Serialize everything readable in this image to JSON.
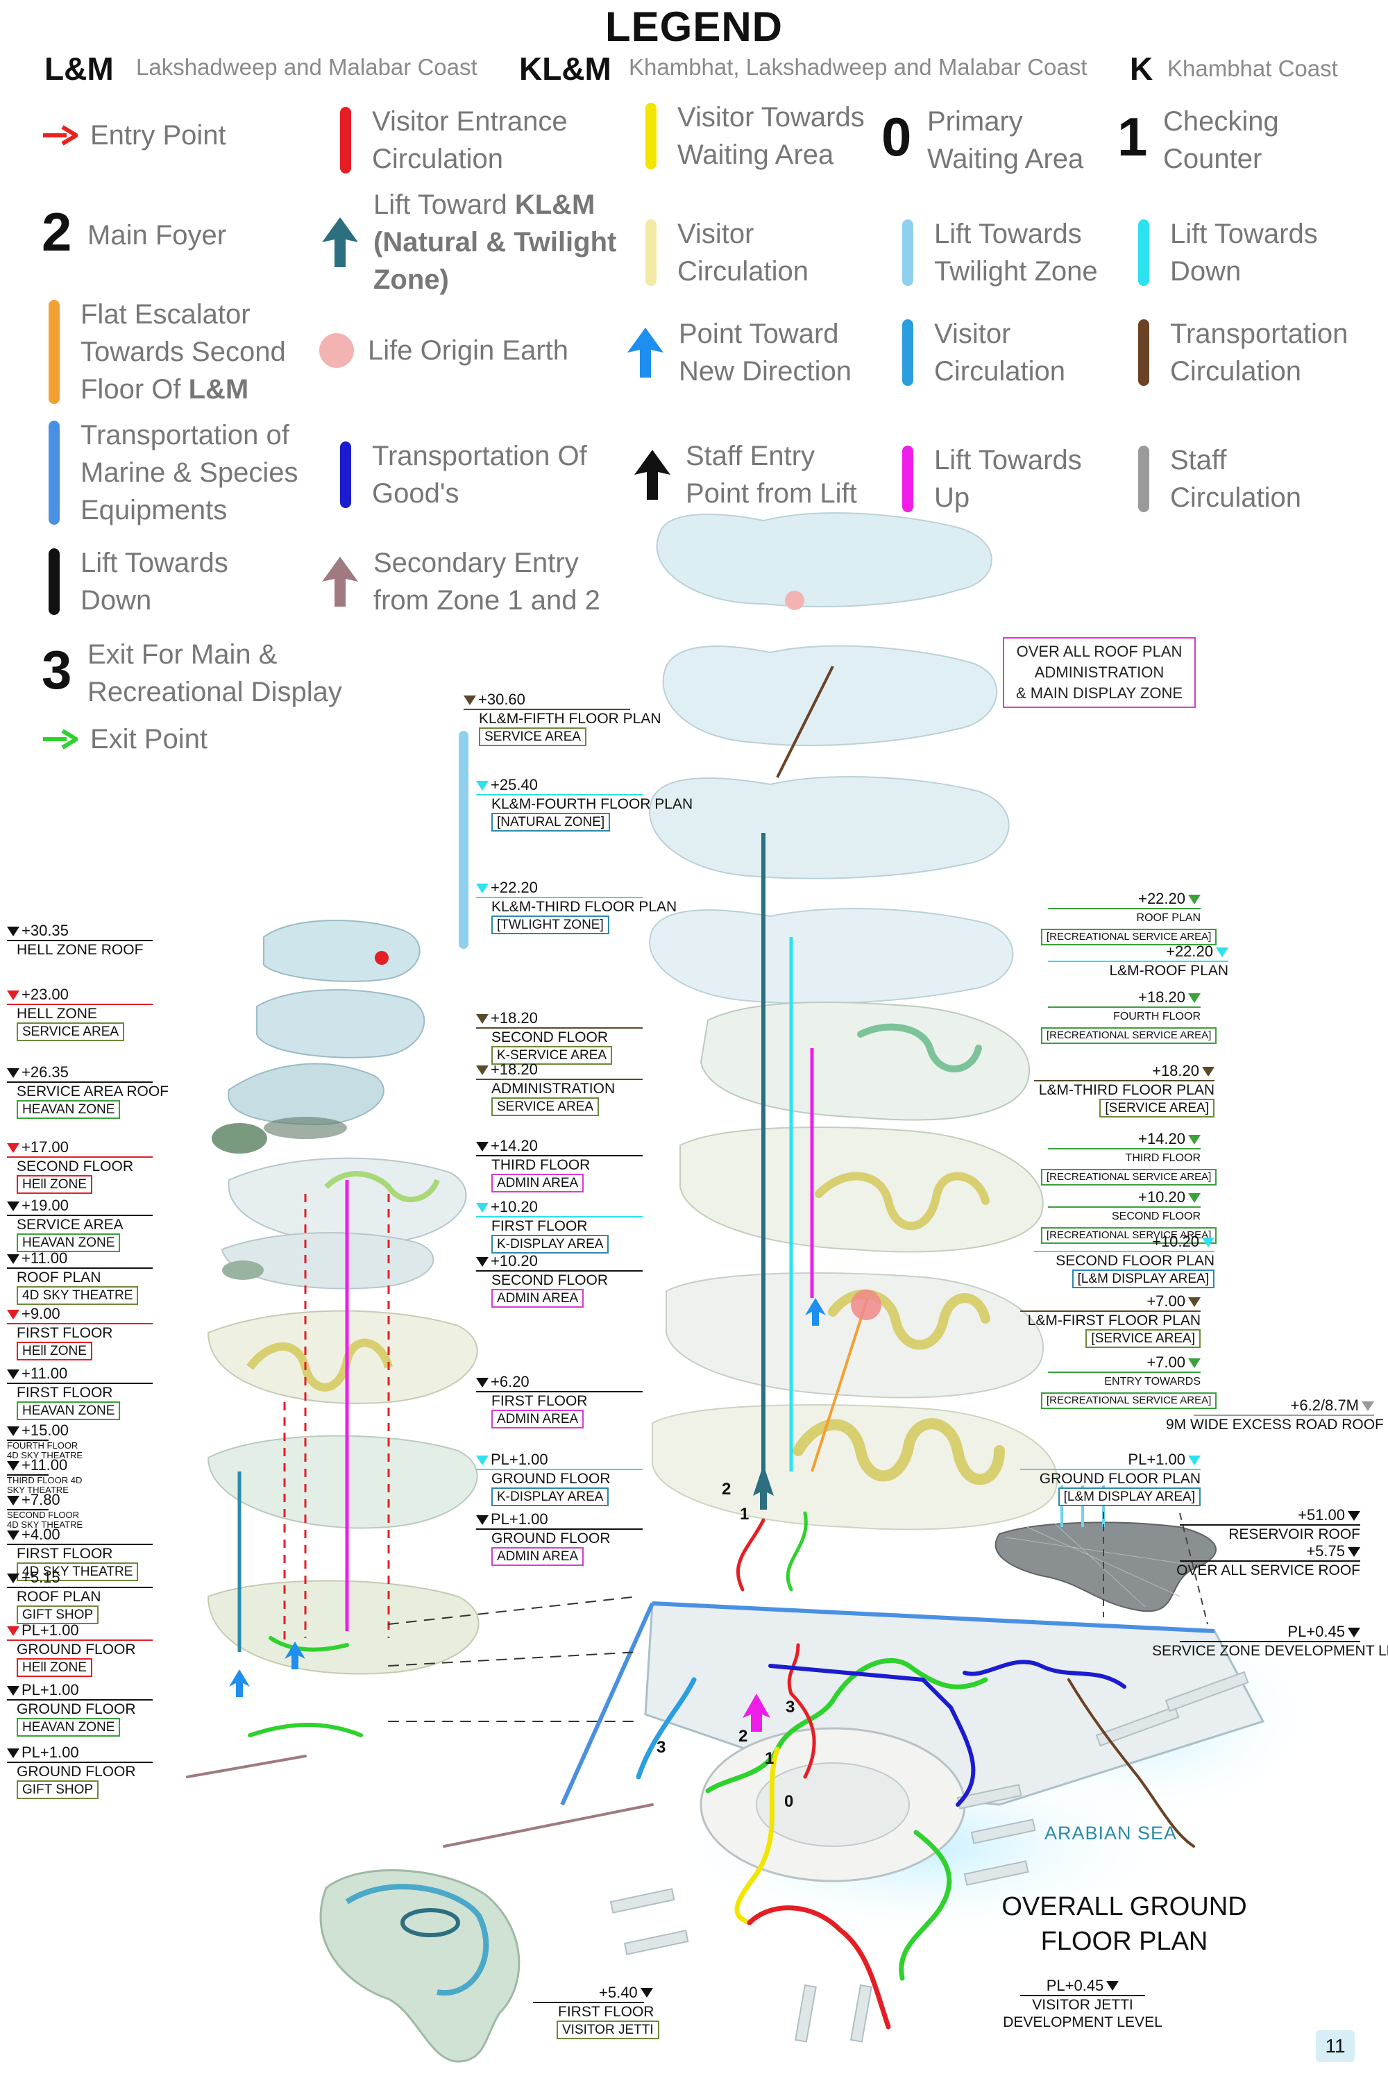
{
  "legend": {
    "title": "LEGEND",
    "abbreviations": [
      {
        "code": "L&M",
        "text": "Lakshadweep and Malabar Coast"
      },
      {
        "code": "KL&M",
        "text": "Khambhat, Lakshadweep and Malabar Coast"
      },
      {
        "code": "K",
        "text": "Khambhat Coast"
      }
    ],
    "items": [
      {
        "symbol": "arrow-red",
        "color": "#e8231f",
        "lines": [
          "Entry Point"
        ]
      },
      {
        "symbol": "bar",
        "color": "#e51e25",
        "lines": [
          "Visitor Entrance",
          "Circulation"
        ]
      },
      {
        "symbol": "bar",
        "color": "#f2e500",
        "lines": [
          "Visitor Towards",
          "Waiting Area"
        ]
      },
      {
        "symbol": "num",
        "num": "0",
        "lines": [
          "Primary",
          "Waiting Area"
        ]
      },
      {
        "symbol": "num",
        "num": "1",
        "lines": [
          "Checking",
          "Counter"
        ]
      },
      {
        "symbol": "num",
        "num": "2",
        "lines": [
          "Main Foyer"
        ]
      },
      {
        "symbol": "arrow-teal",
        "color": "#2c6f80",
        "lines": [
          "Lift Toward",
          "(Natural & Twilight",
          "Zone)"
        ],
        "bold_tail": "KL&M"
      },
      {
        "symbol": "bar",
        "color": "#f3eaa6",
        "lines": [
          "Visitor",
          "Circulation"
        ]
      },
      {
        "symbol": "bar",
        "color": "#8fd0ee",
        "lines": [
          "Lift Towards",
          "Twilight Zone"
        ]
      },
      {
        "symbol": "bar",
        "color": "#2ce2ee",
        "lines": [
          "Lift Towards",
          "Down"
        ]
      },
      {
        "symbol": "bar",
        "color": "#f3a032",
        "lines": [
          "Flat Escalator",
          "Towards Second",
          "Floor Of"
        ],
        "bold_tail": "L&M"
      },
      {
        "symbol": "circle",
        "color": "#f4b3b3",
        "lines": [
          "Life Origin Earth"
        ]
      },
      {
        "symbol": "arrow-blue",
        "color": "#1e8ef0",
        "lines": [
          "Point Toward",
          "New Direction"
        ]
      },
      {
        "symbol": "bar",
        "color": "#2a9ee0",
        "lines": [
          "Visitor",
          "Circulation"
        ]
      },
      {
        "symbol": "bar",
        "color": "#6b4226",
        "lines": [
          "Transportation",
          "Circulation"
        ]
      },
      {
        "symbol": "bar",
        "color": "#4a90e2",
        "lines": [
          "Transportation of",
          "Marine & Species",
          "Equipments"
        ]
      },
      {
        "symbol": "bar",
        "color": "#1b1bcf",
        "lines": [
          "Transportation Of",
          "Good's"
        ]
      },
      {
        "symbol": "arrow-black",
        "color": "#111111",
        "lines": [
          "Staff Entry",
          "Point from Lift"
        ]
      },
      {
        "symbol": "bar",
        "color": "#ee1ee8",
        "lines": [
          "Lift Towards",
          "Up"
        ]
      },
      {
        "symbol": "bar",
        "color": "#9a9a9a",
        "lines": [
          "Staff",
          "Circulation"
        ]
      },
      {
        "symbol": "bar",
        "color": "#111111",
        "lines": [
          "Lift Towards",
          "Down"
        ]
      },
      {
        "symbol": "arrow-mauve",
        "color": "#a07a80",
        "lines": [
          "Secondary Entry",
          "from Zone 1 and 2"
        ]
      },
      {
        "symbol": "num",
        "num": "3",
        "lines": [
          "Exit For Main &",
          "Recreational Display"
        ]
      },
      {
        "symbol": "arrow-green",
        "color": "#2fd12f",
        "lines": [
          "Exit Point"
        ]
      }
    ]
  },
  "levels_left": [
    {
      "elev": "+30.35",
      "name": "HELL ZONE ROOF",
      "tag": "",
      "marker": "#111111"
    },
    {
      "elev": "+23.00",
      "name": "HELL ZONE",
      "tag": "SERVICE AREA",
      "marker": "#e51e25",
      "tagColor": "#6b8a3a"
    },
    {
      "elev": "+26.35",
      "name": "SERVICE AREA ROOF",
      "tag": "HEAVAN ZONE",
      "marker": "#111111",
      "tagColor": "#3ba13b"
    },
    {
      "elev": "+17.00",
      "name": "SECOND FLOOR",
      "tag": "HEll ZONE",
      "marker": "#e51e25",
      "tagColor": "#e51e25"
    },
    {
      "elev": "+19.00",
      "name": "SERVICE AREA",
      "tag": "HEAVAN ZONE",
      "marker": "#111111",
      "tagColor": "#3ba13b"
    },
    {
      "elev": "+11.00",
      "name": "ROOF PLAN",
      "tag": "4D SKY THEATRE",
      "marker": "#111111",
      "tagColor": "#6b8a3a"
    },
    {
      "elev": "+9.00",
      "name": "FIRST FLOOR",
      "tag": "HEll ZONE",
      "marker": "#e51e25",
      "tagColor": "#e51e25"
    },
    {
      "elev": "+11.00",
      "name": "FIRST FLOOR",
      "tag": "HEAVAN ZONE",
      "marker": "#111111",
      "tagColor": "#3ba13b"
    },
    {
      "elev": "+15.00",
      "name": "FOURTH FLOOR 4D SKY THEATRE",
      "tag": "",
      "marker": "#111111",
      "small": true
    },
    {
      "elev": "+11.00",
      "name": "THIRD FLOOR 4D SKY THEATRE",
      "tag": "",
      "marker": "#111111",
      "small": true
    },
    {
      "elev": "+7.80",
      "name": "SECOND FLOOR 4D SKY THEATRE",
      "tag": "",
      "marker": "#111111",
      "small": true
    },
    {
      "elev": "+4.00",
      "name": "FIRST FLOOR",
      "tag": "4D SKY THEATRE",
      "marker": "#111111",
      "tagColor": "#6b8a3a"
    },
    {
      "elev": "+5.15",
      "name": "ROOF PLAN",
      "tag": "GIFT SHOP",
      "marker": "#111111",
      "tagColor": "#6b8a3a"
    },
    {
      "elev": "PL+1.00",
      "name": "GROUND FLOOR",
      "tag": "HEll ZONE",
      "marker": "#e51e25",
      "tagColor": "#e51e25"
    },
    {
      "elev": "PL+1.00",
      "name": "GROUND FLOOR",
      "tag": "HEAVAN ZONE",
      "marker": "#111111",
      "tagColor": "#3ba13b"
    },
    {
      "elev": "PL+1.00",
      "name": "GROUND FLOOR",
      "tag": "GIFT SHOP",
      "marker": "#111111",
      "tagColor": "#6b8a3a"
    }
  ],
  "levels_center": [
    {
      "elev": "+30.60",
      "name": "KL&M-FIFTH FLOOR PLAN",
      "tag": "SERVICE AREA",
      "marker": "#5a4a2a",
      "tagColor": "#6b8a3a"
    },
    {
      "elev": "+25.40",
      "name": "KL&M-FOURTH FLOOR PLAN",
      "tag": "[NATURAL ZONE]",
      "marker": "#2ce2ee",
      "tagColor": "#2c8aa8"
    },
    {
      "elev": "+22.20",
      "name": "KL&M-THIRD FLOOR PLAN",
      "tag": "[TWLIGHT ZONE]",
      "marker": "#2ce2ee",
      "tagColor": "#2c8aa8"
    },
    {
      "elev": "+18.20",
      "name": "SECOND FLOOR",
      "tag": "K-SERVICE AREA",
      "marker": "#5a4a2a",
      "tagColor": "#6b8a3a"
    },
    {
      "elev": "+18.20",
      "name": "ADMINISTRATION",
      "tag": "SERVICE AREA",
      "marker": "#5a4a2a",
      "tagColor": "#6b8a3a"
    },
    {
      "elev": "+14.20",
      "name": "THIRD FLOOR",
      "tag": "ADMIN AREA",
      "marker": "#111111",
      "tagColor": "#d63cd0"
    },
    {
      "elev": "+10.20",
      "name": "FIRST FLOOR",
      "tag": "K-DISPLAY AREA",
      "marker": "#2ce2ee",
      "tagColor": "#2c8aa8"
    },
    {
      "elev": "+10.20",
      "name": "SECOND FLOOR",
      "tag": "ADMIN AREA",
      "marker": "#111111",
      "tagColor": "#d63cd0"
    },
    {
      "elev": "+6.20",
      "name": "FIRST FLOOR",
      "tag": "ADMIN AREA",
      "marker": "#111111",
      "tagColor": "#d63cd0"
    },
    {
      "elev": "PL+1.00",
      "name": "GROUND FLOOR",
      "tag": "K-DISPLAY AREA",
      "marker": "#2ce2ee",
      "tagColor": "#2c8aa8"
    },
    {
      "elev": "PL+1.00",
      "name": "GROUND FLOOR",
      "tag": "ADMIN AREA",
      "marker": "#111111",
      "tagColor": "#d63cd0"
    }
  ],
  "levels_right": [
    {
      "elev": "+22.20",
      "name": "ROOF PLAN",
      "tag": "[RECREATIONAL SERVICE AREA]",
      "marker": "#3ba13b",
      "tagColor": "#3ba13b",
      "compact": true
    },
    {
      "elev": "+22.20",
      "name": "L&M-ROOF PLAN",
      "tag": "",
      "marker": "#2ce2ee"
    },
    {
      "elev": "+18.20",
      "name": "FOURTH FLOOR",
      "tag": "[RECREATIONAL SERVICE AREA]",
      "marker": "#3ba13b",
      "tagColor": "#3ba13b",
      "compact": true
    },
    {
      "elev": "+18.20",
      "name": "L&M-THIRD FLOOR PLAN",
      "tag": "[SERVICE AREA]",
      "marker": "#5a4a2a",
      "tagColor": "#6b8a3a"
    },
    {
      "elev": "+14.20",
      "name": "THIRD FLOOR",
      "tag": "[RECREATIONAL SERVICE AREA]",
      "marker": "#3ba13b",
      "tagColor": "#3ba13b",
      "compact": true
    },
    {
      "elev": "+10.20",
      "name": "SECOND FLOOR",
      "tag": "[RECREATIONAL SERVICE AREA]",
      "marker": "#3ba13b",
      "tagColor": "#3ba13b",
      "compact": true
    },
    {
      "elev": "+10.20",
      "name": "SECOND FLOOR PLAN",
      "tag": "[L&M DISPLAY AREA]",
      "marker": "#2ce2ee",
      "tagColor": "#2c8aa8"
    },
    {
      "elev": "+7.00",
      "name": "L&M-FIRST FLOOR PLAN",
      "tag": "[SERVICE AREA]",
      "marker": "#5a4a2a",
      "tagColor": "#6b8a3a"
    },
    {
      "elev": "+7.00",
      "name": "ENTRY TOWARDS",
      "tag": "[RECREATIONAL SERVICE AREA]",
      "marker": "#3ba13b",
      "tagColor": "#3ba13b",
      "compact": true
    },
    {
      "elev": "+6.2/8.7M",
      "name": "9M WIDE EXCESS ROAD ROOF",
      "tag": "",
      "marker": "#9a9a9a"
    },
    {
      "elev": "PL+1.00",
      "name": "GROUND FLOOR PLAN",
      "tag": "[L&M DISPLAY AREA]",
      "marker": "#2ce2ee",
      "tagColor": "#2c8aa8"
    },
    {
      "elev": "+51.00",
      "name": "RESERVOIR ROOF",
      "tag": "",
      "marker": "#111111"
    },
    {
      "elev": "+5.75",
      "name": "OVER ALL SERVICE ROOF",
      "tag": "",
      "marker": "#111111"
    },
    {
      "elev": "PL+0.45",
      "name": "SERVICE ZONE DEVELOPMENT LEVEL",
      "tag": "",
      "marker": "#111111"
    }
  ],
  "roof_box": [
    "OVER ALL ROOF PLAN",
    "ADMINISTRATION",
    "& MAIN DISPLAY ZONE"
  ],
  "ground_plan": {
    "title_line1": "OVERALL GROUND",
    "title_line2": "FLOOR PLAN",
    "sea_label": "ARABIAN SEA",
    "jetti_elev": "+5.40",
    "jetti_name": "FIRST FLOOR",
    "jetti_tag": "VISITOR JETTI",
    "visitor_level_elev": "PL+0.45",
    "visitor_level_line1": "VISITOR JETTI",
    "visitor_level_line2": "DEVELOPMENT LEVEL",
    "numbers": [
      "0",
      "1",
      "2",
      "3",
      "3",
      "1",
      "2"
    ]
  },
  "page_number": "11"
}
